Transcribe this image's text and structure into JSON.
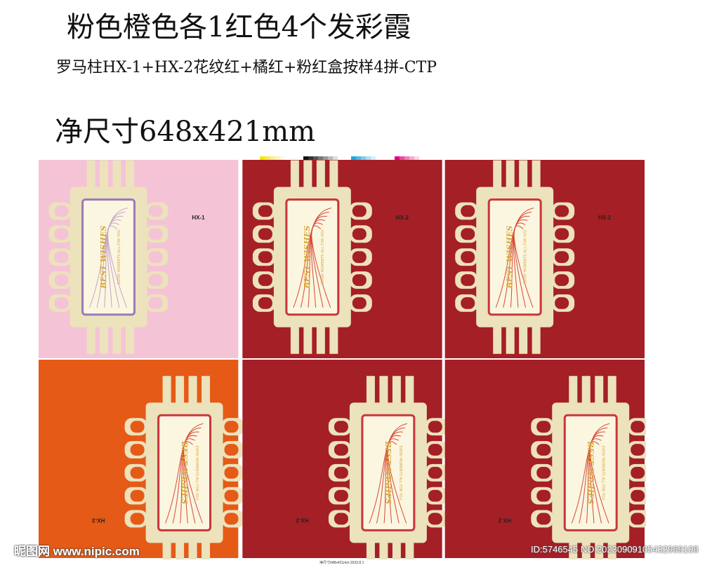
{
  "header": {
    "line1": "粉色橙色各1红色4个发彩霞",
    "line2": "罗马柱HX-1+HX-2花纹红+橘红+粉红盒按样4拼-CTP",
    "line3": "净尺寸648x421mm"
  },
  "colors": {
    "pink": "#f5c3d6",
    "orange": "#e55a16",
    "red": "#a51f26",
    "cream": "#f3ecc8",
    "pillar": "#ece2bc",
    "gold": "#d8a83a"
  },
  "boxes": [
    {
      "code": "HX-1",
      "color": "pink"
    },
    {
      "code": "HX-2",
      "color": "red"
    },
    {
      "code": "HX-2",
      "color": "red"
    },
    {
      "code": "HX-3",
      "color": "orange"
    },
    {
      "code": "HX-2",
      "color": "red"
    },
    {
      "code": "HX-2",
      "color": "red"
    }
  ],
  "label_text": {
    "title": "BEST WISHES",
    "subtitle": "EVERY MOMENTS ALL FOR YOU"
  },
  "footer_note": "净尺寸648x421mm 2023.8.1",
  "watermark": {
    "left": "昵图网 www.nipic.com",
    "right": "ID:5746545 NO:20230909105432969108"
  }
}
